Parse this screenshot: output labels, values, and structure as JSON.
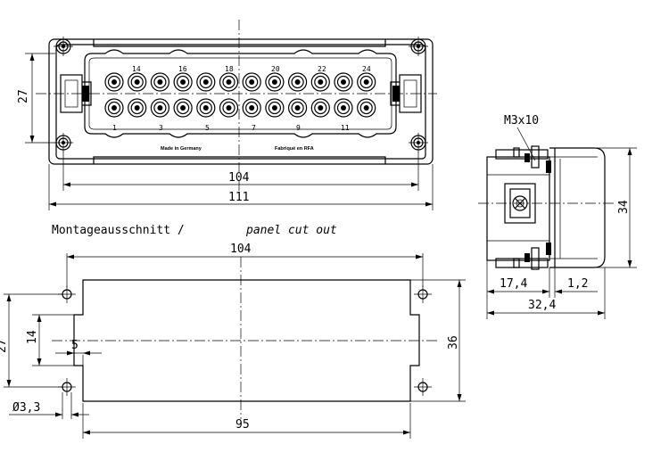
{
  "front_view": {
    "dim_height": "27",
    "dim_pitch": "104",
    "dim_length": "111",
    "label_made": "Made in Germany",
    "label_fab": "Fabriqué en RFA",
    "top_numbers": [
      "14",
      "16",
      "18",
      "20",
      "22",
      "24"
    ],
    "bottom_numbers": [
      "1",
      "3",
      "5",
      "7",
      "9",
      "11"
    ]
  },
  "side_view": {
    "screw_label": "M3x10",
    "dim_height": "34",
    "dim_depth": "17,4",
    "dim_gap": "1,2",
    "dim_total": "32,4"
  },
  "cutout": {
    "title_de": "Montageausschnitt /",
    "title_en": "panel cut out",
    "dim_hole_pitch": "104",
    "dim_width": "95",
    "dim_height": "36",
    "dim_hole_vertical": "27",
    "dim_offset": "14",
    "dim_small": "5",
    "dim_hole_dia": "Ø3,3"
  }
}
